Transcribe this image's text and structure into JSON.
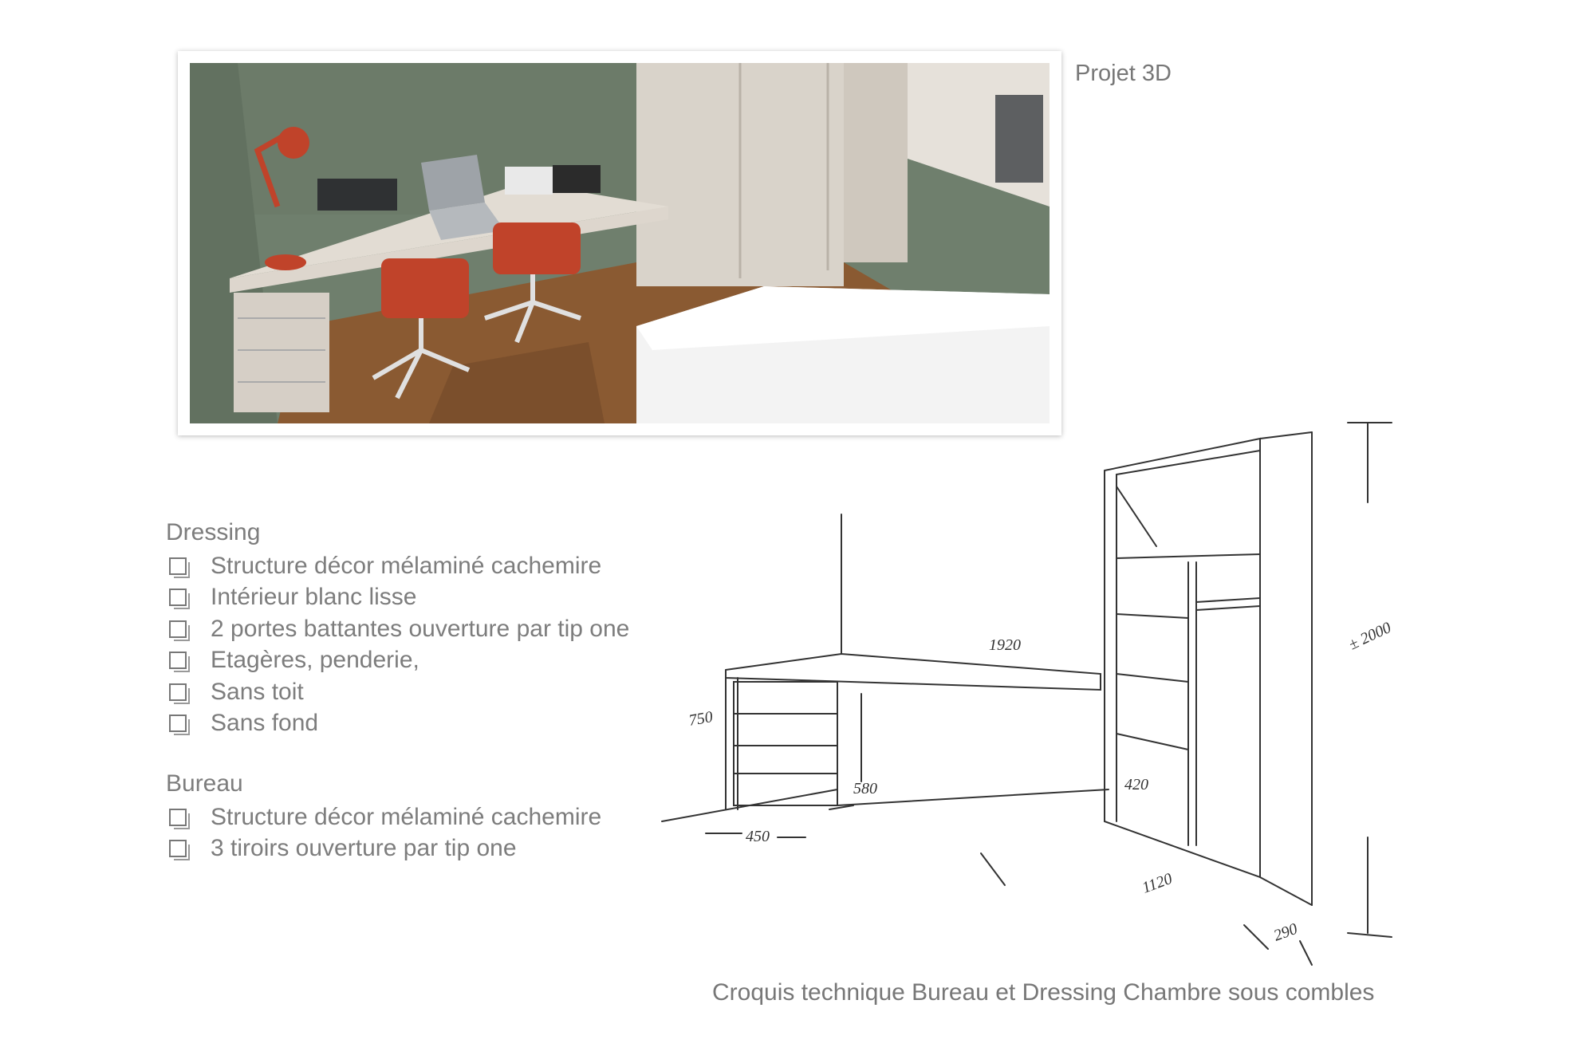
{
  "render": {
    "label": "Projet 3D",
    "colors": {
      "wall": "#6f7f6d",
      "floor": "#8a5a32",
      "furniture": "#d8d1c8",
      "chair": "#c0432a"
    }
  },
  "dressing": {
    "title": "Dressing",
    "items": [
      "Structure décor mélaminé cachemire",
      "Intérieur blanc lisse",
      "2 portes battantes ouverture par tip one",
      "Etagères, penderie,",
      "Sans toit",
      "Sans fond"
    ]
  },
  "bureau": {
    "title": "Bureau",
    "items": [
      "Structure décor mélaminé cachemire",
      "3 tiroirs ouverture par tip one"
    ]
  },
  "sketch": {
    "dimensions": {
      "desk_length": "1920",
      "desk_height": "750",
      "desk_depth": "580",
      "drawer_width": "450",
      "inner_depth": "420",
      "wardrobe_width": "1120",
      "wardrobe_depth": "290",
      "wardrobe_height": "± 2000"
    }
  },
  "caption": "Croquis technique Bureau et Dressing Chambre sous combles"
}
